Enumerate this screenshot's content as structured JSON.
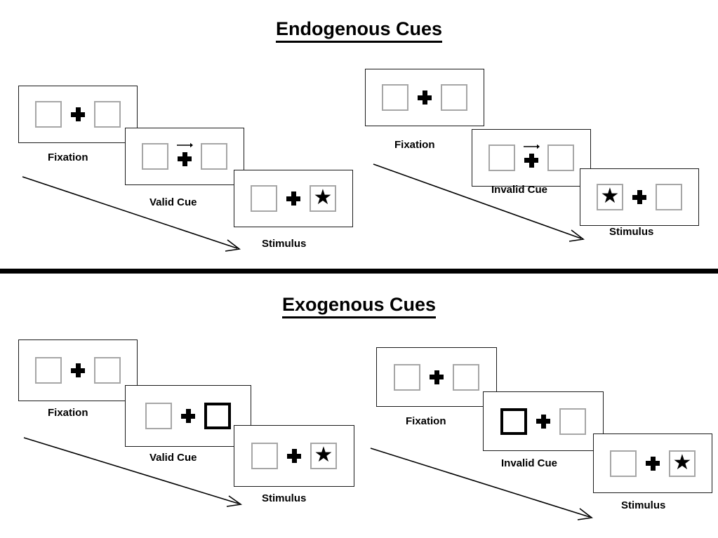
{
  "figure": {
    "title_top": "Endogenous Cues",
    "title_bottom": "Exogenous Cues",
    "colors": {
      "ink": "#000000",
      "frame_border": "#1a1a1a",
      "placeholder_border": "#a6a6a6",
      "cued_border": "#000000",
      "background": "#ffffff"
    },
    "icons": {
      "star": "★",
      "fixation_cross": "✚",
      "cue_arrow": "→",
      "flow_arrow": "↘"
    }
  },
  "sections": [
    {
      "id": "endogenous",
      "title": "Endogenous Cues",
      "cue_type": "central-arrow",
      "conditions": [
        {
          "id": "endogenous-valid",
          "frames": [
            {
              "label": "Fixation",
              "cue": "none",
              "target_side": "none"
            },
            {
              "label": "Valid Cue",
              "cue": "arrow-right",
              "target_side": "none"
            },
            {
              "label": "Stimulus",
              "cue": "none",
              "target_side": "right"
            }
          ]
        },
        {
          "id": "endogenous-invalid",
          "frames": [
            {
              "label": "Fixation",
              "cue": "none",
              "target_side": "none"
            },
            {
              "label": "Invalid Cue",
              "cue": "arrow-right",
              "target_side": "none"
            },
            {
              "label": "Stimulus",
              "cue": "none",
              "target_side": "left"
            }
          ]
        }
      ]
    },
    {
      "id": "exogenous",
      "title": "Exogenous Cues",
      "cue_type": "peripheral-flash",
      "conditions": [
        {
          "id": "exogenous-valid",
          "frames": [
            {
              "label": "Fixation",
              "cue": "none",
              "target_side": "none"
            },
            {
              "label": "Valid Cue",
              "cue": "box-right",
              "target_side": "none"
            },
            {
              "label": "Stimulus",
              "cue": "none",
              "target_side": "right"
            }
          ]
        },
        {
          "id": "exogenous-invalid",
          "frames": [
            {
              "label": "Fixation",
              "cue": "none",
              "target_side": "none"
            },
            {
              "label": "Invalid Cue",
              "cue": "box-left",
              "target_side": "none"
            },
            {
              "label": "Stimulus",
              "cue": "none",
              "target_side": "right"
            }
          ]
        }
      ]
    }
  ]
}
